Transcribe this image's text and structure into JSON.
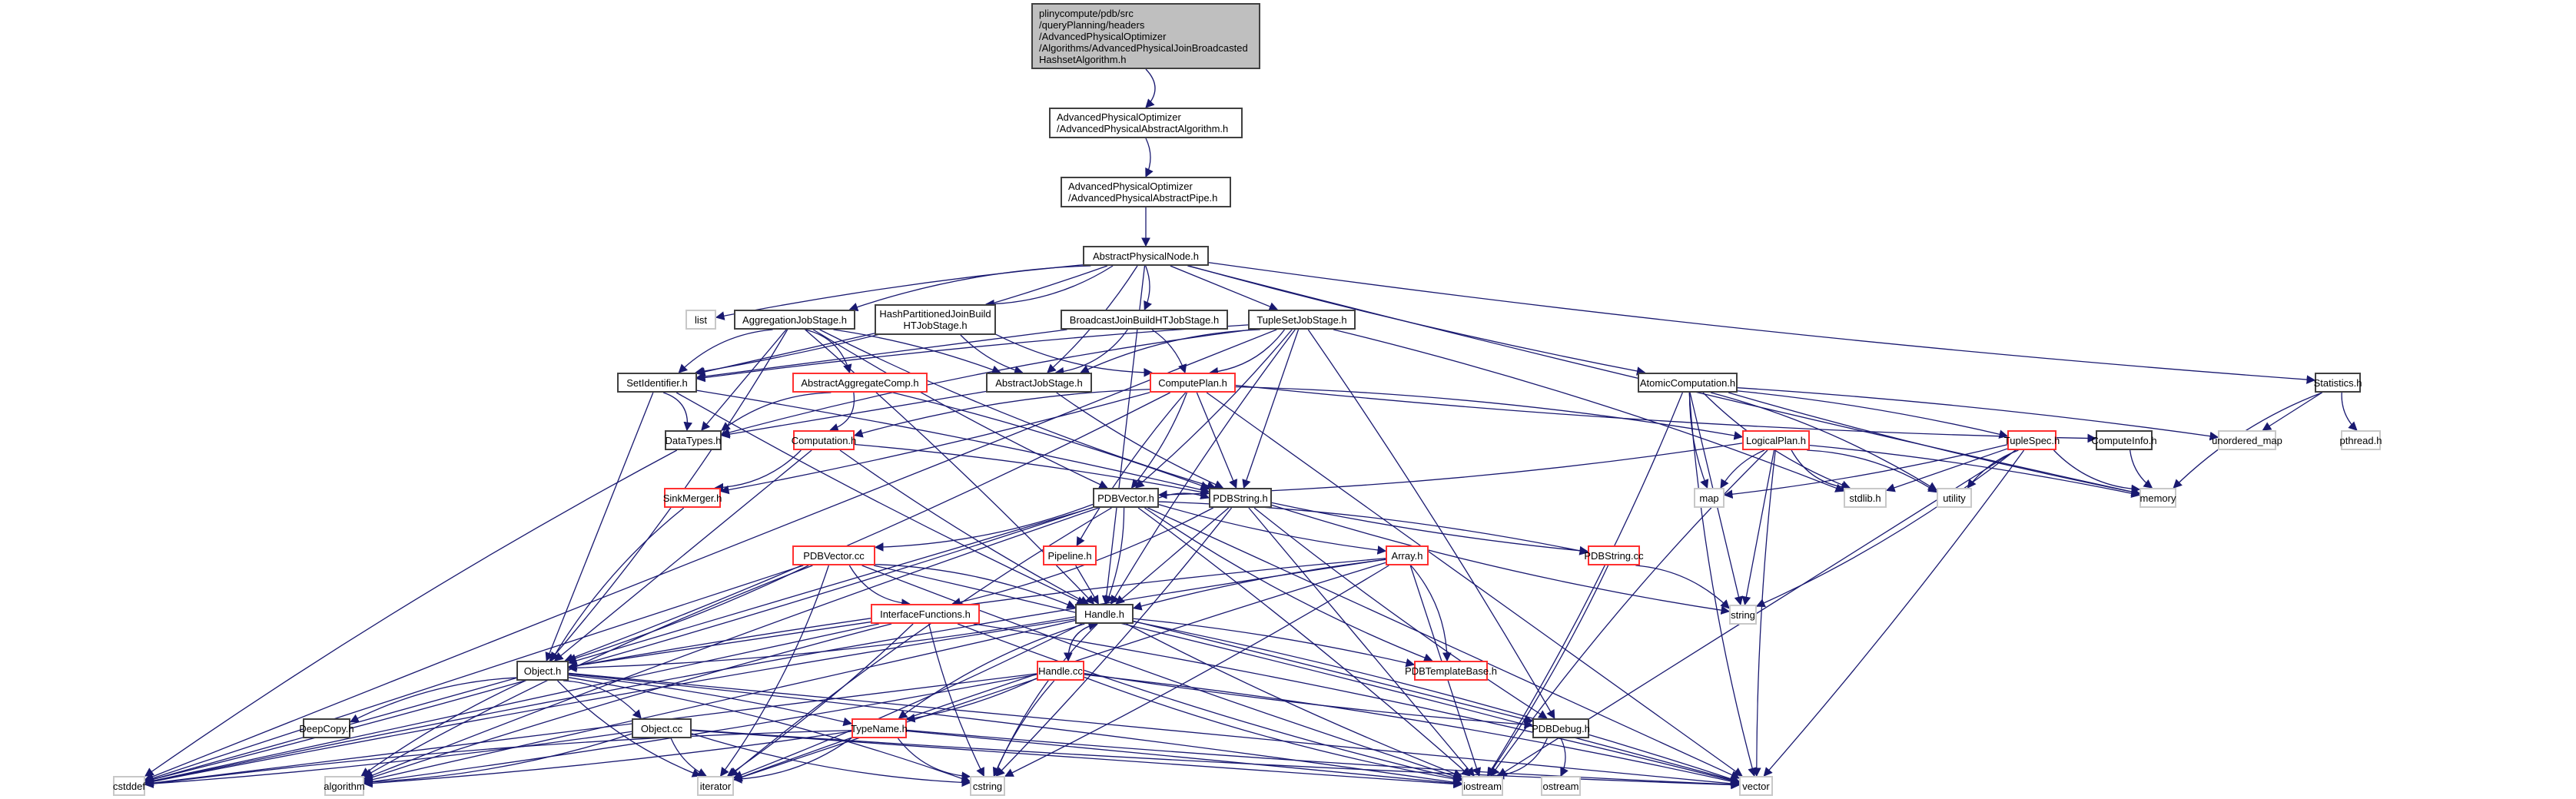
{
  "diagram": {
    "title": "Include dependency graph",
    "edge_color": "#191970",
    "node_styles": {
      "root": {
        "fill": "#bfbfbf",
        "border": "#404040"
      },
      "normal": {
        "fill": "#ffffff",
        "border": "#404040"
      },
      "missing": {
        "fill": "#ffffff",
        "border": "#ff3030"
      },
      "external": {
        "fill": "#ffffff",
        "border": "#c8c8c8"
      }
    },
    "nodes": [
      {
        "id": "root",
        "label": "plinycompute/pdb/src\n/queryPlanning/headers\n/AdvancedPhysicalOptimizer\n/Algorithms/AdvancedPhysicalJoinBroadcasted\nHashsetAlgorithm.h",
        "kind": "root"
      },
      {
        "id": "absalg",
        "label": "AdvancedPhysicalOptimizer\n/AdvancedPhysicalAbstractAlgorithm.h",
        "kind": "normal"
      },
      {
        "id": "abspipe",
        "label": "AdvancedPhysicalOptimizer\n/AdvancedPhysicalAbstractPipe.h",
        "kind": "normal"
      },
      {
        "id": "apn",
        "label": "AbstractPhysicalNode.h",
        "kind": "normal"
      },
      {
        "id": "list",
        "label": "list",
        "kind": "external"
      },
      {
        "id": "aggjs",
        "label": "AggregationJobStage.h",
        "kind": "normal"
      },
      {
        "id": "hpjoin",
        "label": "HashPartitionedJoinBuild\nHTJobStage.h",
        "kind": "normal"
      },
      {
        "id": "bcjoin",
        "label": "BroadcastJoinBuildHTJobStage.h",
        "kind": "normal"
      },
      {
        "id": "tsjs",
        "label": "TupleSetJobStage.h",
        "kind": "normal"
      },
      {
        "id": "atomic",
        "label": "AtomicComputation.h",
        "kind": "normal"
      },
      {
        "id": "stats",
        "label": "Statistics.h",
        "kind": "normal"
      },
      {
        "id": "setid",
        "label": "SetIdentifier.h",
        "kind": "normal"
      },
      {
        "id": "aggcomp",
        "label": "AbstractAggregateComp.h",
        "kind": "missing"
      },
      {
        "id": "absjs",
        "label": "AbstractJobStage.h",
        "kind": "normal"
      },
      {
        "id": "cplan",
        "label": "ComputePlan.h",
        "kind": "missing"
      },
      {
        "id": "logical",
        "label": "LogicalPlan.h",
        "kind": "missing"
      },
      {
        "id": "tuplespec",
        "label": "TupleSpec.h",
        "kind": "missing"
      },
      {
        "id": "cinfo",
        "label": "ComputeInfo.h",
        "kind": "normal"
      },
      {
        "id": "umap",
        "label": "unordered_map",
        "kind": "external"
      },
      {
        "id": "pthread",
        "label": "pthread.h",
        "kind": "external"
      },
      {
        "id": "datatypes",
        "label": "DataTypes.h",
        "kind": "normal"
      },
      {
        "id": "computation",
        "label": "Computation.h",
        "kind": "missing"
      },
      {
        "id": "map",
        "label": "map",
        "kind": "external"
      },
      {
        "id": "stdlib",
        "label": "stdlib.h",
        "kind": "external"
      },
      {
        "id": "utility",
        "label": "utility",
        "kind": "external"
      },
      {
        "id": "memory",
        "label": "memory",
        "kind": "external"
      },
      {
        "id": "sinkmerger",
        "label": "SinkMerger.h",
        "kind": "missing"
      },
      {
        "id": "pdbvector",
        "label": "PDBVector.h",
        "kind": "normal"
      },
      {
        "id": "pdbstring",
        "label": "PDBString.h",
        "kind": "normal"
      },
      {
        "id": "pdbvectorcc",
        "label": "PDBVector.cc",
        "kind": "missing"
      },
      {
        "id": "pipeline",
        "label": "Pipeline.h",
        "kind": "missing"
      },
      {
        "id": "array",
        "label": "Array.h",
        "kind": "missing"
      },
      {
        "id": "pdbstringcc",
        "label": "PDBString.cc",
        "kind": "missing"
      },
      {
        "id": "string",
        "label": "string",
        "kind": "external"
      },
      {
        "id": "iface",
        "label": "InterfaceFunctions.h",
        "kind": "missing"
      },
      {
        "id": "handle",
        "label": "Handle.h",
        "kind": "normal"
      },
      {
        "id": "tmplbase",
        "label": "PDBTemplateBase.h",
        "kind": "missing"
      },
      {
        "id": "object",
        "label": "Object.h",
        "kind": "normal"
      },
      {
        "id": "handlecc",
        "label": "Handle.cc",
        "kind": "missing"
      },
      {
        "id": "deepcopy",
        "label": "DeepCopy.h",
        "kind": "normal"
      },
      {
        "id": "objectcc",
        "label": "Object.cc",
        "kind": "normal"
      },
      {
        "id": "typename",
        "label": "TypeName.h",
        "kind": "missing"
      },
      {
        "id": "pdbdebug",
        "label": "PDBDebug.h",
        "kind": "normal"
      },
      {
        "id": "cstddef",
        "label": "cstddef",
        "kind": "external"
      },
      {
        "id": "algorithm",
        "label": "algorithm",
        "kind": "external"
      },
      {
        "id": "iterator",
        "label": "iterator",
        "kind": "external"
      },
      {
        "id": "cstring",
        "label": "cstring",
        "kind": "external"
      },
      {
        "id": "iostream",
        "label": "iostream",
        "kind": "external"
      },
      {
        "id": "ostream",
        "label": "ostream",
        "kind": "external"
      },
      {
        "id": "vector",
        "label": "vector",
        "kind": "external"
      }
    ],
    "edges": [
      [
        "root",
        "absalg"
      ],
      [
        "absalg",
        "abspipe"
      ],
      [
        "abspipe",
        "apn"
      ],
      [
        "apn",
        "list"
      ],
      [
        "apn",
        "aggjs"
      ],
      [
        "apn",
        "hpjoin"
      ],
      [
        "apn",
        "bcjoin"
      ],
      [
        "apn",
        "tsjs"
      ],
      [
        "apn",
        "atomic"
      ],
      [
        "apn",
        "stats"
      ],
      [
        "apn",
        "setid"
      ],
      [
        "apn",
        "absjs"
      ],
      [
        "apn",
        "handle"
      ],
      [
        "apn",
        "memory"
      ],
      [
        "aggjs",
        "setid"
      ],
      [
        "aggjs",
        "aggcomp"
      ],
      [
        "aggjs",
        "absjs"
      ],
      [
        "aggjs",
        "datatypes"
      ],
      [
        "aggjs",
        "pdbvector"
      ],
      [
        "aggjs",
        "pdbstring"
      ],
      [
        "aggjs",
        "object"
      ],
      [
        "aggjs",
        "handle"
      ],
      [
        "hpjoin",
        "setid"
      ],
      [
        "hpjoin",
        "absjs"
      ],
      [
        "hpjoin",
        "cplan"
      ],
      [
        "bcjoin",
        "absjs"
      ],
      [
        "bcjoin",
        "cplan"
      ],
      [
        "bcjoin",
        "setid"
      ],
      [
        "tsjs",
        "setid"
      ],
      [
        "tsjs",
        "absjs"
      ],
      [
        "tsjs",
        "cplan"
      ],
      [
        "tsjs",
        "pdbvector"
      ],
      [
        "tsjs",
        "pdbstring"
      ],
      [
        "tsjs",
        "handle"
      ],
      [
        "tsjs",
        "datatypes"
      ],
      [
        "tsjs",
        "stdlib"
      ],
      [
        "tsjs",
        "pdbdebug"
      ],
      [
        "tsjs",
        "cstddef"
      ],
      [
        "atomic",
        "map"
      ],
      [
        "atomic",
        "stdlib"
      ],
      [
        "atomic",
        "utility"
      ],
      [
        "atomic",
        "tuplespec"
      ],
      [
        "atomic",
        "string"
      ],
      [
        "atomic",
        "memory"
      ],
      [
        "atomic",
        "vector"
      ],
      [
        "atomic",
        "iostream"
      ],
      [
        "atomic",
        "umap"
      ],
      [
        "stats",
        "umap"
      ],
      [
        "stats",
        "pthread"
      ],
      [
        "stats",
        "memory"
      ],
      [
        "setid",
        "datatypes"
      ],
      [
        "setid",
        "pdbstring"
      ],
      [
        "setid",
        "object"
      ],
      [
        "setid",
        "handle"
      ],
      [
        "aggcomp",
        "datatypes"
      ],
      [
        "aggcomp",
        "computation"
      ],
      [
        "aggcomp",
        "pdbstring"
      ],
      [
        "absjs",
        "datatypes"
      ],
      [
        "absjs",
        "pdbstring"
      ],
      [
        "cplan",
        "computation"
      ],
      [
        "cplan",
        "logical"
      ],
      [
        "cplan",
        "pdbvector"
      ],
      [
        "cplan",
        "pdbstring"
      ],
      [
        "cplan",
        "pipeline"
      ],
      [
        "cplan",
        "cinfo"
      ],
      [
        "cplan",
        "object"
      ],
      [
        "cplan",
        "sinkmerger"
      ],
      [
        "cplan",
        "vector"
      ],
      [
        "logical",
        "map"
      ],
      [
        "logical",
        "stdlib"
      ],
      [
        "logical",
        "utility"
      ],
      [
        "logical",
        "memory"
      ],
      [
        "logical",
        "string"
      ],
      [
        "logical",
        "vector"
      ],
      [
        "logical",
        "iostream"
      ],
      [
        "logical",
        "pdbvector"
      ],
      [
        "tuplespec",
        "map"
      ],
      [
        "tuplespec",
        "stdlib"
      ],
      [
        "tuplespec",
        "utility"
      ],
      [
        "tuplespec",
        "memory"
      ],
      [
        "tuplespec",
        "string"
      ],
      [
        "tuplespec",
        "vector"
      ],
      [
        "tuplespec",
        "iostream"
      ],
      [
        "cinfo",
        "memory"
      ],
      [
        "datatypes",
        "cstddef"
      ],
      [
        "computation",
        "sinkmerger"
      ],
      [
        "computation",
        "pdbstring"
      ],
      [
        "computation",
        "object"
      ],
      [
        "computation",
        "handle"
      ],
      [
        "sinkmerger",
        "object"
      ],
      [
        "pdbvector",
        "pdbvectorcc"
      ],
      [
        "pdbvector",
        "handle"
      ],
      [
        "pdbvector",
        "object"
      ],
      [
        "pdbvector",
        "array"
      ],
      [
        "pdbvector",
        "tmplbase"
      ],
      [
        "pdbvector",
        "cstddef"
      ],
      [
        "pdbvector",
        "iostream"
      ],
      [
        "pdbvector",
        "vector"
      ],
      [
        "pdbvector",
        "algorithm"
      ],
      [
        "pdbvector",
        "iterator"
      ],
      [
        "pdbvector",
        "pdbstringcc"
      ],
      [
        "pdbvector",
        "pdbstring"
      ],
      [
        "pdbstring",
        "handle"
      ],
      [
        "pdbstring",
        "pdbstringcc"
      ],
      [
        "pdbstring",
        "string"
      ],
      [
        "pdbstring",
        "iface"
      ],
      [
        "pdbstring",
        "cstring"
      ],
      [
        "pdbstring",
        "iostream"
      ],
      [
        "pdbstring",
        "pdbdebug"
      ],
      [
        "pdbvectorcc",
        "iface"
      ],
      [
        "pdbvectorcc",
        "handle"
      ],
      [
        "pdbvectorcc",
        "object"
      ],
      [
        "pdbvectorcc",
        "cstddef"
      ],
      [
        "pdbvectorcc",
        "iostream"
      ],
      [
        "pdbvectorcc",
        "algorithm"
      ],
      [
        "pdbvectorcc",
        "iterator"
      ],
      [
        "pdbvectorcc",
        "vector"
      ],
      [
        "pipeline",
        "handle"
      ],
      [
        "array",
        "handle"
      ],
      [
        "array",
        "object"
      ],
      [
        "array",
        "tmplbase"
      ],
      [
        "array",
        "cstring"
      ],
      [
        "array",
        "iostream"
      ],
      [
        "array",
        "iterator"
      ],
      [
        "array",
        "cstddef"
      ],
      [
        "pdbstringcc",
        "string"
      ],
      [
        "pdbstringcc",
        "iostream"
      ],
      [
        "iface",
        "object"
      ],
      [
        "iface",
        "cstring"
      ],
      [
        "iface",
        "iostream"
      ],
      [
        "iface",
        "vector"
      ],
      [
        "iface",
        "iterator"
      ],
      [
        "iface",
        "cstddef"
      ],
      [
        "iface",
        "algorithm"
      ],
      [
        "handle",
        "handlecc"
      ],
      [
        "handle",
        "object"
      ],
      [
        "handle",
        "tmplbase"
      ],
      [
        "handle",
        "pdbdebug"
      ],
      [
        "handle",
        "iostream"
      ],
      [
        "handle",
        "cstring"
      ],
      [
        "handle",
        "vector"
      ],
      [
        "handle",
        "iterator"
      ],
      [
        "handle",
        "algorithm"
      ],
      [
        "handle",
        "cstddef"
      ],
      [
        "handle",
        "typename"
      ],
      [
        "handlecc",
        "handle"
      ],
      [
        "handlecc",
        "typename"
      ],
      [
        "handlecc",
        "iterator"
      ],
      [
        "handlecc",
        "cstring"
      ],
      [
        "handlecc",
        "iostream"
      ],
      [
        "handlecc",
        "vector"
      ],
      [
        "handlecc",
        "algorithm"
      ],
      [
        "handlecc",
        "cstddef"
      ],
      [
        "handlecc",
        "pdbdebug"
      ],
      [
        "object",
        "deepcopy"
      ],
      [
        "object",
        "objectcc"
      ],
      [
        "object",
        "typename"
      ],
      [
        "object",
        "cstddef"
      ],
      [
        "object",
        "algorithm"
      ],
      [
        "object",
        "iterator"
      ],
      [
        "object",
        "cstring"
      ],
      [
        "object",
        "iostream"
      ],
      [
        "object",
        "vector"
      ],
      [
        "objectcc",
        "iterator"
      ],
      [
        "objectcc",
        "cstring"
      ],
      [
        "objectcc",
        "algorithm"
      ],
      [
        "objectcc",
        "cstddef"
      ],
      [
        "objectcc",
        "iostream"
      ],
      [
        "objectcc",
        "vector"
      ],
      [
        "typename",
        "cstring"
      ],
      [
        "typename",
        "iterator"
      ],
      [
        "typename",
        "algorithm"
      ],
      [
        "typename",
        "iostream"
      ],
      [
        "typename",
        "vector"
      ],
      [
        "typename",
        "cstddef"
      ],
      [
        "pdbdebug",
        "iostream"
      ],
      [
        "pdbdebug",
        "ostream"
      ]
    ]
  }
}
